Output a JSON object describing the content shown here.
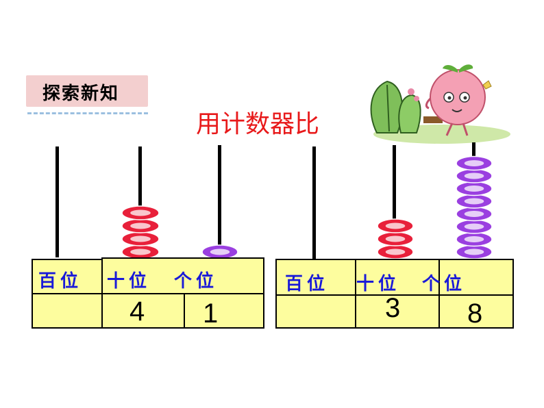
{
  "badge": {
    "label": "探索新知"
  },
  "title": "用计数器比",
  "left_abacus": {
    "labels": [
      "百位",
      "十位",
      "个位"
    ],
    "values": [
      "",
      "4",
      "1"
    ],
    "beads": {
      "hundreds": 0,
      "tens": 4,
      "ones": 1
    },
    "colors": {
      "tens": "#e8203a",
      "ones": "#9a3fe0"
    }
  },
  "right_abacus": {
    "labels": [
      "百位",
      "十位",
      "个位"
    ],
    "values": [
      "",
      "3",
      "8"
    ],
    "beads": {
      "hundreds": 0,
      "tens": 3,
      "ones": 8
    },
    "colors": {
      "tens": "#e8203a",
      "ones": "#9a3fe0"
    }
  },
  "illustration": {
    "name": "apple-character"
  }
}
